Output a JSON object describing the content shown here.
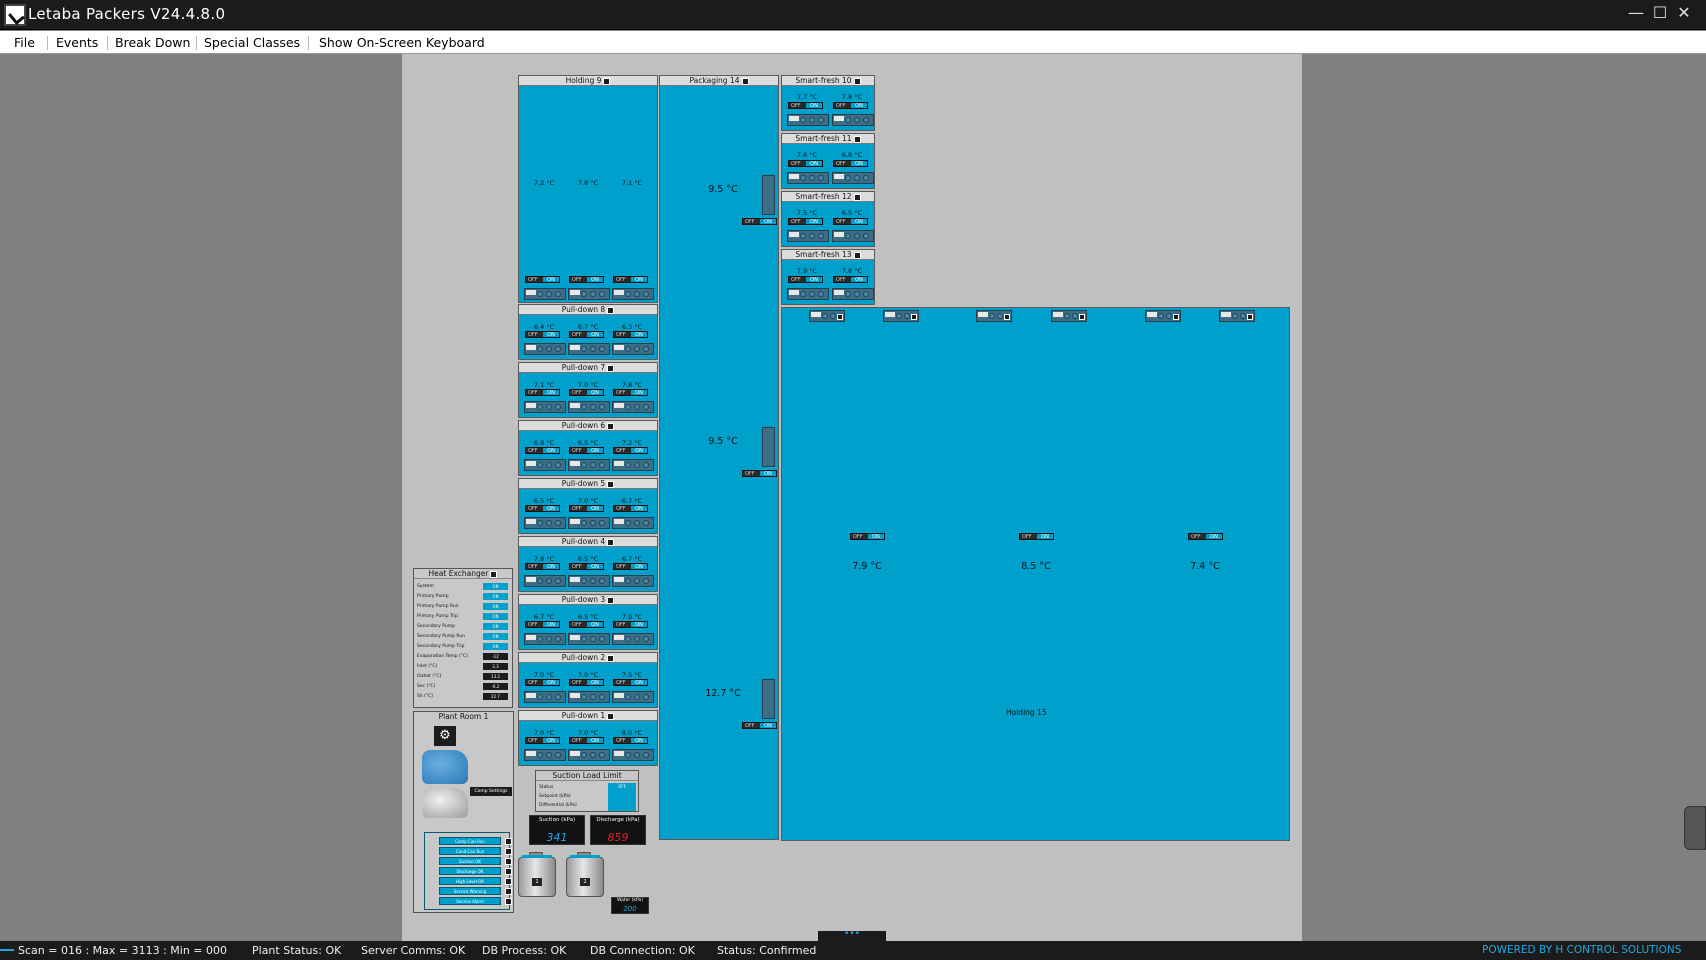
{
  "window": {
    "title": "Letaba Packers V24.4.8.0"
  },
  "menu": [
    "File",
    "Events",
    "Break Down",
    "Special Classes",
    "Show On-Screen Keyboard"
  ],
  "labels": {
    "off": "OFF",
    "on": "ON"
  },
  "holding9": {
    "title": "Holding 9",
    "temps": [
      "7.2 °C",
      "7.8 °C",
      "7.1 °C"
    ]
  },
  "packaging14": {
    "title": "Packaging 14",
    "temps": [
      "9.5 °C",
      "9.5 °C",
      "12.7 °C"
    ]
  },
  "smartfresh": [
    {
      "title": "Smart-fresh 10",
      "temps": [
        "7.7 °C",
        "7.8 °C"
      ]
    },
    {
      "title": "Smart-fresh 11",
      "temps": [
        "7.6 °C",
        "6.8 °C"
      ]
    },
    {
      "title": "Smart-fresh 12",
      "temps": [
        "7.5 °C",
        "6.5 °C"
      ]
    },
    {
      "title": "Smart-fresh 13",
      "temps": [
        "7.9 °C",
        "7.8 °C"
      ]
    }
  ],
  "pulldowns": [
    {
      "title": "Pull-down 8",
      "temps": [
        "6.4 °C",
        "6.7 °C",
        "6.3 °C"
      ]
    },
    {
      "title": "Pull-down 7",
      "temps": [
        "7.1 °C",
        "7.0 °C",
        "7.8 °C"
      ]
    },
    {
      "title": "Pull-down 6",
      "temps": [
        "6.8 °C",
        "6.5 °C",
        "7.2 °C"
      ]
    },
    {
      "title": "Pull-down 5",
      "temps": [
        "6.5 °C",
        "7.0 °C",
        "6.7 °C"
      ]
    },
    {
      "title": "Pull-down 4",
      "temps": [
        "7.8 °C",
        "6.5 °C",
        "6.7 °C"
      ]
    },
    {
      "title": "Pull-down 3",
      "temps": [
        "6.7 °C",
        "6.5 °C",
        "7.9 °C"
      ]
    },
    {
      "title": "Pull-down 2",
      "temps": [
        "7.0 °C",
        "7.0 °C",
        "7.5 °C"
      ]
    },
    {
      "title": "Pull-down 1",
      "temps": [
        "7.0 °C",
        "7.0 °C",
        "8.0 °C"
      ]
    }
  ],
  "holding15": {
    "title": "Holding 15",
    "temps": [
      "7.9 °C",
      "8.5 °C",
      "7.4 °C"
    ]
  },
  "heat_exchanger": {
    "title": "Heat Exchanger",
    "rows": [
      {
        "label": "System",
        "value": "ON"
      },
      {
        "label": "Primary Pump",
        "value": "ON"
      },
      {
        "label": "Primary Pump Run",
        "value": "ON"
      },
      {
        "label": "Primary Pump Trip",
        "value": "ON"
      },
      {
        "label": "Secondary Pump",
        "value": "ON"
      },
      {
        "label": "Secondary Pump Run",
        "value": "ON"
      },
      {
        "label": "Secondary Pump Trip",
        "value": "ON"
      },
      {
        "label": "Evaporation Temp (°C)",
        "value": "-12"
      },
      {
        "label": "Inlet (°C)",
        "value": "2.3"
      },
      {
        "label": "Outlet (°C)",
        "value": "13.2"
      },
      {
        "label": "Sec (°C)",
        "value": "-6.2"
      },
      {
        "label": "Sh (°C)",
        "value": "22.7"
      }
    ]
  },
  "plant_room": {
    "title": "Plant Room 1",
    "comp_settings": "Comp Settings",
    "lamps": [
      "Comp Can Run",
      "Cond Can Run",
      "Suction OK",
      "Discharge OK",
      "High Level OK",
      "Service Warning",
      "Service Alarm"
    ]
  },
  "suction_limit": {
    "title": "Suction Load Limit",
    "rows": [
      "Status",
      "Setpoint (kPa)",
      "Differential (kPa)"
    ],
    "status": "OFF"
  },
  "gauges": {
    "suction": {
      "label": "Suction (kPa)",
      "value": "341",
      "color": "#22a8e0"
    },
    "discharge": {
      "label": "Discharge (kPa)",
      "value": "859",
      "color": "#e02020"
    }
  },
  "tanks": [
    "1",
    "2"
  ],
  "water": {
    "label": "Water (kPa)",
    "value": "200"
  },
  "statusbar": {
    "scan": "Scan = 016 : Max = 3113 : Min = 000",
    "plant": "Plant Status: OK",
    "server": "Server Comms: OK",
    "db_process": "DB Process:  OK",
    "db_connection": "DB Connection:  OK",
    "status": "Status:  Confirmed",
    "powered": "POWERED BY H CONTROL SOLUTIONS"
  },
  "colors": {
    "room": "#00a0cc",
    "bar": "#1b1b1b",
    "canvas": "#c0c0c0"
  }
}
